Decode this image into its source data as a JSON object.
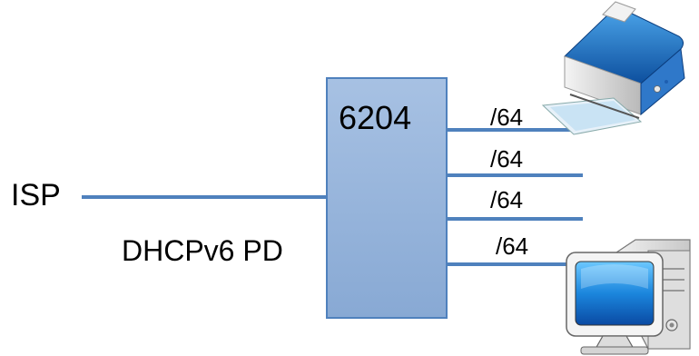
{
  "diagram": {
    "isp_label": "ISP",
    "dhcp_label": "DHCPv6 PD",
    "router_label": "6204",
    "prefix_labels": [
      "/64",
      "/64",
      "/64",
      "/64"
    ],
    "colors": {
      "router_fill": "#95b3d7",
      "router_border": "#4f81bd",
      "line": "#4f81bd",
      "text": "#000000"
    },
    "icons": [
      "printer-icon",
      "desktop-computer-icon"
    ]
  }
}
